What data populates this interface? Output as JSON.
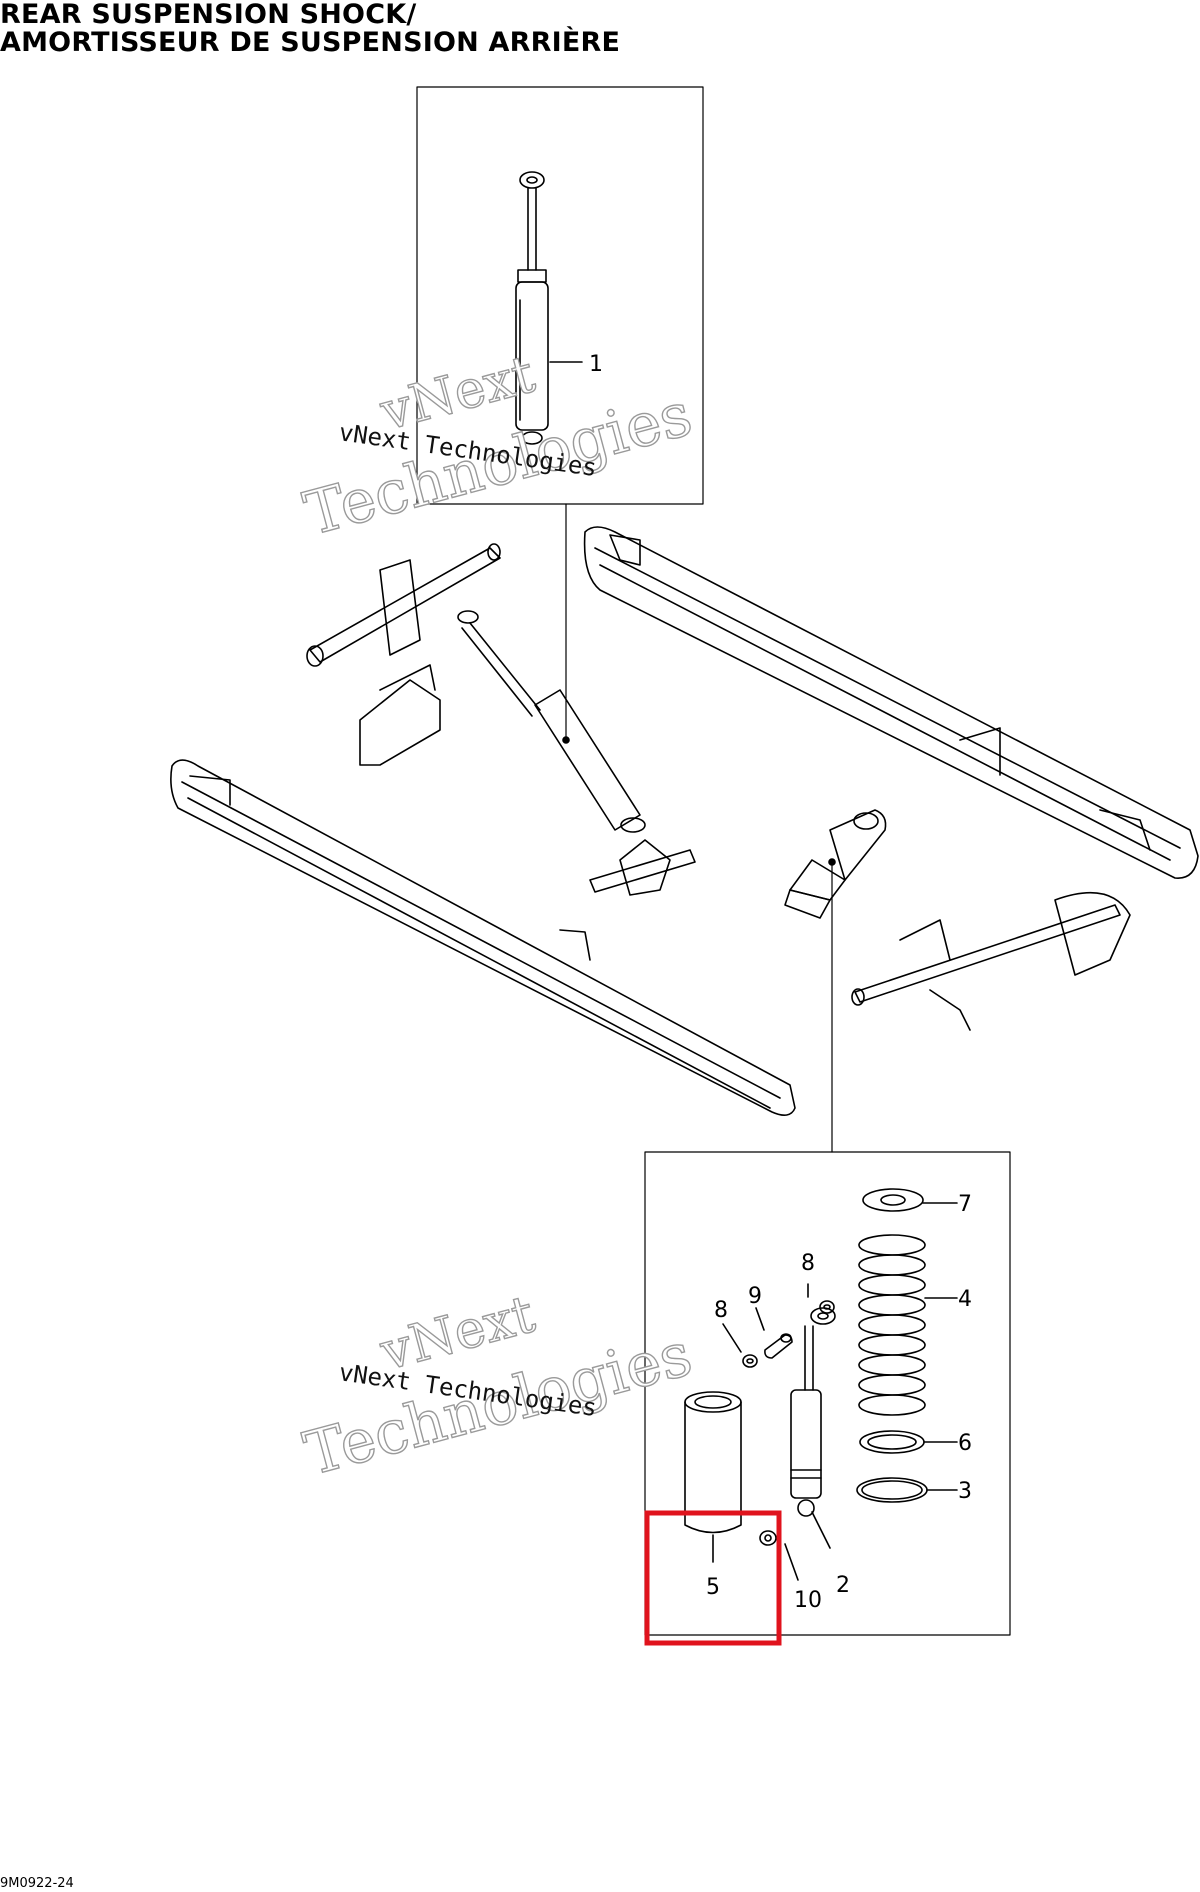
{
  "title": {
    "line1": "REAR SUSPENSION SHOCK/",
    "line2": "AMORTISSEUR DE SUSPENSION ARRIÈRE"
  },
  "figure_code": "9M0922-24",
  "watermark": {
    "line_small": "vNext Technologies",
    "line_a": "vNext",
    "line_b": "Technologies"
  },
  "callouts": {
    "c1": "1",
    "c2": "2",
    "c3": "3",
    "c4": "4",
    "c5": "5",
    "c6": "6",
    "c7": "7",
    "c8a": "8",
    "c8b": "8",
    "c9": "9",
    "c10": "10"
  },
  "highlight_color": "#e0131d"
}
